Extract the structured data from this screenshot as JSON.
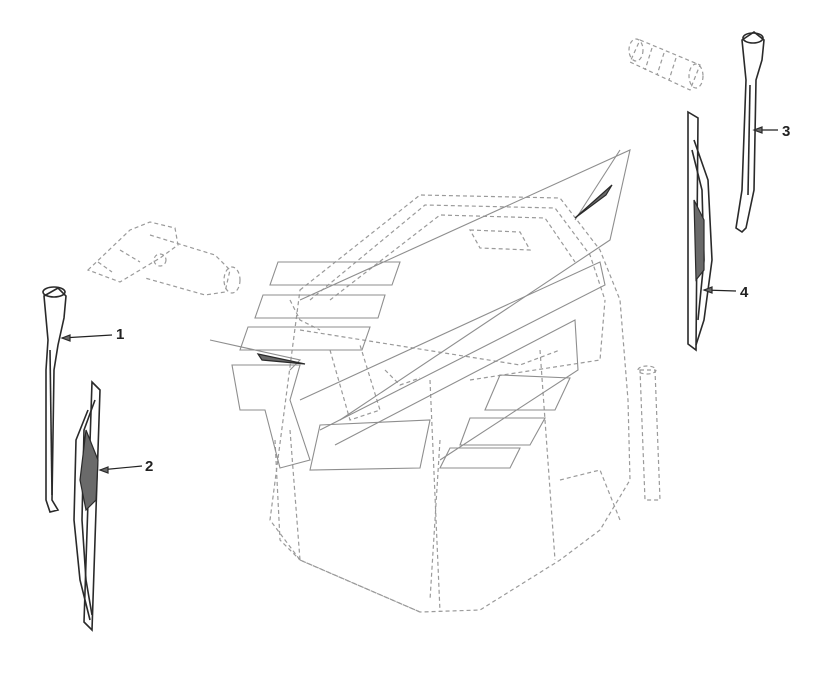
{
  "callouts": {
    "c1": "1",
    "c2": "2",
    "c3": "3",
    "c4": "4"
  },
  "colors": {
    "line": "#2a2a2a",
    "ghost": "#9a9a9a",
    "background": "#ffffff"
  }
}
